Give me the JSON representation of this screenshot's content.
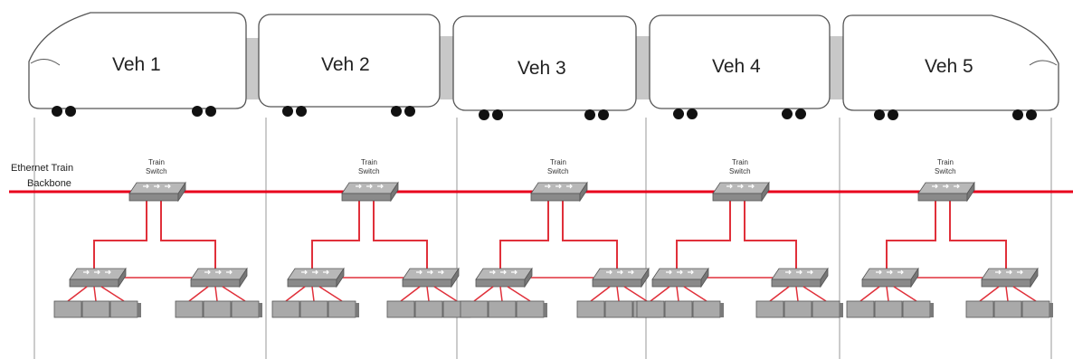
{
  "vehicles": [
    {
      "label": "Veh 1"
    },
    {
      "label": "Veh 2"
    },
    {
      "label": "Veh 3"
    },
    {
      "label": "Veh 4"
    },
    {
      "label": "Veh 5"
    }
  ],
  "backbone": {
    "label_line1": "Ethernet Train",
    "label_line2": "Backbone"
  },
  "train_switch": {
    "label_line1": "Train",
    "label_line2": "Switch"
  },
  "colors": {
    "backbone": "#e8001c",
    "link": "#e0303a",
    "coupler": "#c8c8c8",
    "switch_top": "#b8b8b8",
    "switch_side": "#8a8a8a",
    "device": "#a9a9a9"
  }
}
